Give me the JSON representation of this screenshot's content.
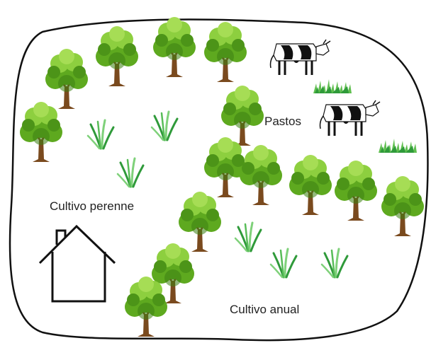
{
  "labels": {
    "pastures": "Pastos",
    "perennial": "Cultivo perenne",
    "annual": "Cultivo anual"
  },
  "colors": {
    "outline": "#111111",
    "foliage_light": "#8dcf3f",
    "foliage_mid": "#5ea91f",
    "foliage_dark": "#3d7f12",
    "trunk": "#7a4a1e",
    "grass_light": "#7fd17a",
    "grass_dark": "#2f9a3a",
    "house": "#111111",
    "cow_body": "#ffffff",
    "cow_spots": "#111111"
  },
  "icons": {
    "tree": "tree-icon",
    "grass": "grass-tuft-icon",
    "cow": "cow-icon",
    "house": "house-icon"
  }
}
